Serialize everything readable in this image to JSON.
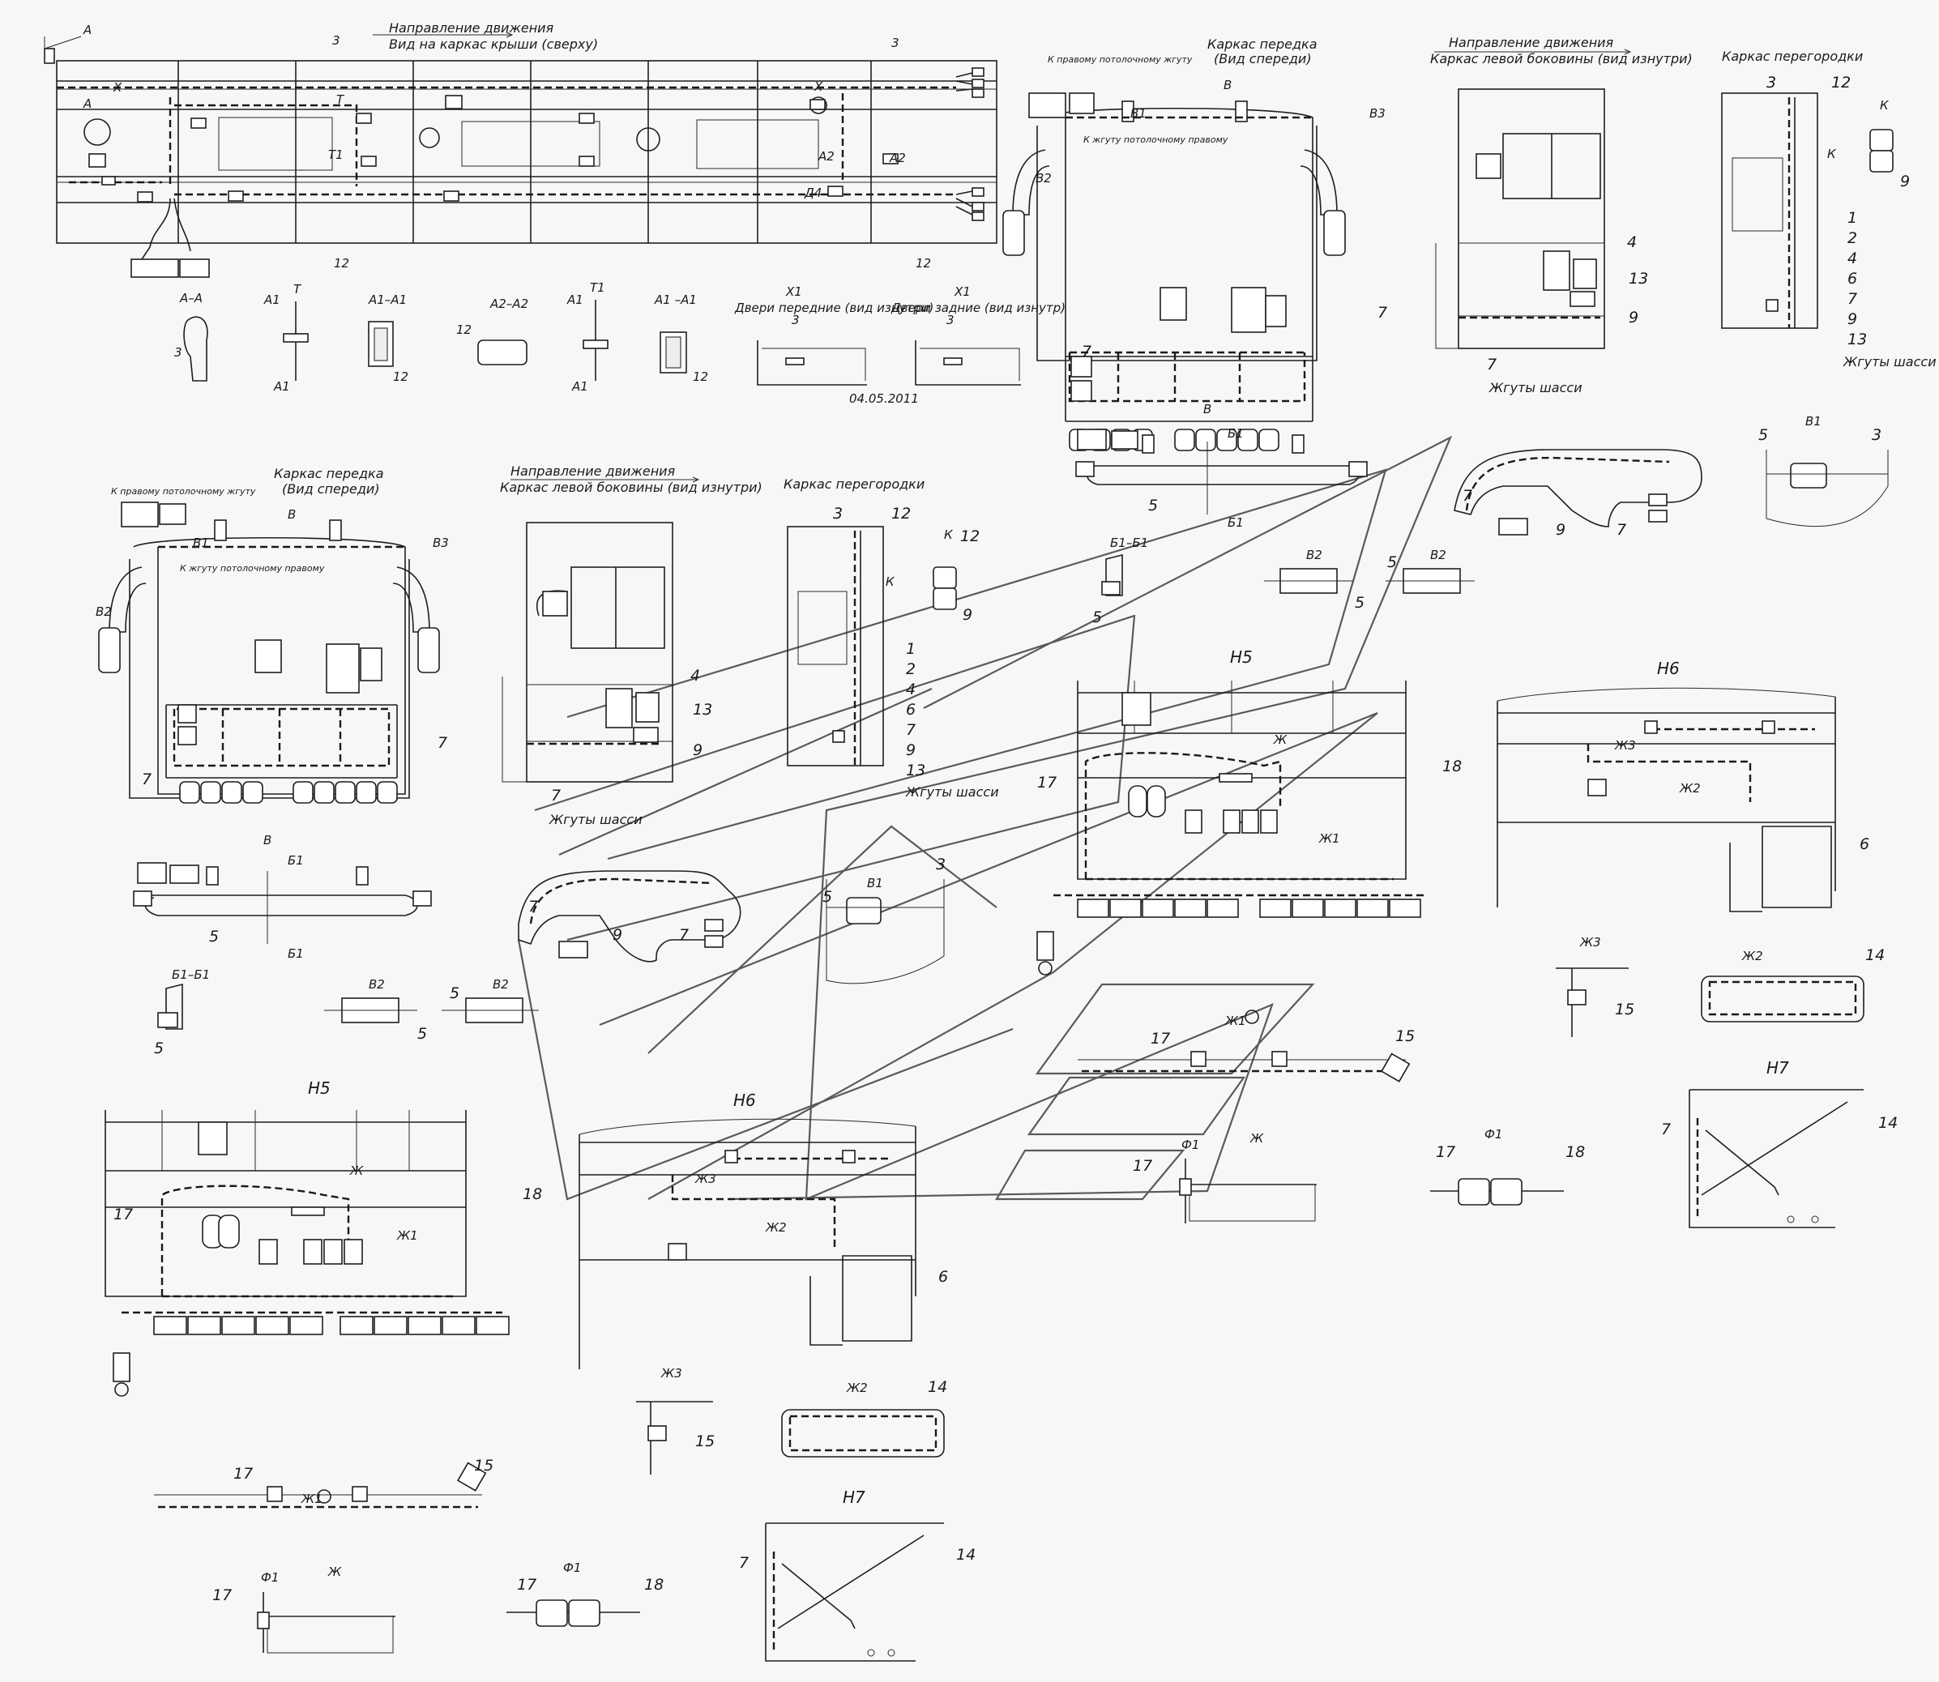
{
  "roof": {
    "direction": "Направление движения",
    "view": "Вид на каркас крыши (сверху)",
    "marks": [
      "A",
      "A",
      "X",
      "X",
      "T",
      "T1",
      "A2",
      "A2",
      "Д4",
      "3",
      "3",
      "12",
      "12"
    ]
  },
  "sections": {
    "aa": "А–А",
    "a1t": "А1",
    "t": "Т",
    "a1bot": "А1",
    "a1a1": "А1–А1",
    "a2a2": "А2–А2",
    "a1b": "А1",
    "t1": "Т1",
    "a1c": "А1",
    "a1a1b": "А1 –А1",
    "n3": "3",
    "n12a": "12",
    "n12b": "12",
    "n12c": "12",
    "x1a": "Х1",
    "x1b": "Х1",
    "front_doors": "Двери передние (вид изнутри)",
    "rear_doors": "Двери задние (вид изнутр)",
    "n3b": "3",
    "n3c": "3"
  },
  "date": "04.05.2011",
  "front": {
    "title1": "Каркас передка",
    "title2": "(Вид спереди)",
    "to_ceiling1": "К правому потолочному жгуту",
    "to_ceiling2": "К жгуту потолочному правому",
    "b": "В",
    "b1": "В1",
    "b2": "В2",
    "b3": "В3",
    "n7a": "7",
    "n7b": "7"
  },
  "left_side": {
    "direction": "Направление движения",
    "title": "Каркас левой боковины (вид изнутри)",
    "n4": "4",
    "n13": "13",
    "n9": "9",
    "n7": "7",
    "chassis": "Жгуты шасси"
  },
  "partition": {
    "title": "Каркас перегородки",
    "k": "К",
    "n3": "3",
    "n12": "12",
    "numbers": [
      "1",
      "2",
      "4",
      "6",
      "7",
      "9",
      "13"
    ],
    "chassis": "Жгуты шасси"
  },
  "view_b": {
    "b": "В",
    "b1": "Б1",
    "b1bot": "Б1",
    "n5": "5",
    "b1b1": "Б1–Б1",
    "n5b": "5",
    "v2a": "В2",
    "v2b": "В2",
    "n5c": "5",
    "n5d": "5"
  },
  "dash_panel": {
    "n7": "7",
    "n9": "9",
    "n7b": "7"
  },
  "v1detail": {
    "n5": "5",
    "v1": "В1",
    "n3": "3"
  },
  "h5": {
    "title": "Н5",
    "zh": "Ж",
    "zh1": "Ж1",
    "n17": "17",
    "n18": "18"
  },
  "h6": {
    "title": "Н6",
    "zh3": "Ж3",
    "zh2": "Ж2",
    "n6": "6"
  },
  "details": {
    "zh3": "Ж3",
    "n15": "15",
    "zh2": "Ж2",
    "n14": "14",
    "zh1": "Ж1",
    "n17": "17",
    "n15b": "15",
    "h7": "Н7",
    "n7": "7",
    "n14b": "14",
    "f1a": "Ф1",
    "zh": "Ж",
    "n17b": "17",
    "f1b": "Ф1",
    "n17c": "17",
    "n18": "18"
  }
}
